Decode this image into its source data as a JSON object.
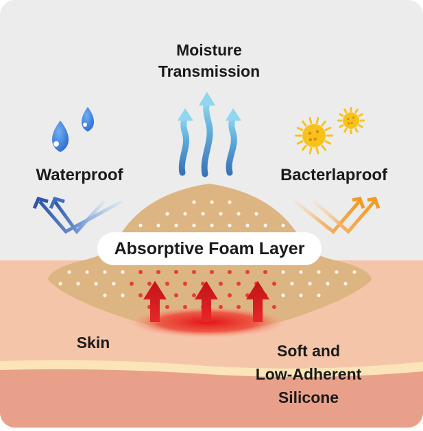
{
  "labels": {
    "moisture_line1": "Moisture",
    "moisture_line2": "Transmission",
    "waterproof": "Waterproof",
    "bacteriaproof": "Bacterlaproof",
    "foam_layer": "Absorptive Foam Layer",
    "skin": "Skin",
    "silicone_line1": "Soft and",
    "silicone_line2": "Low-Adherent",
    "silicone_line3": "Silicone"
  },
  "colors": {
    "background": "#ececec",
    "skin": "#f5c5aa",
    "skin_deep": "#e9a08a",
    "silicone_stripe": "#fbe5b8",
    "foam": "#dcb582",
    "heat_red": "#e21f26",
    "water_blue": "#3b7fd9",
    "moisture_blue": "#6cc2e6",
    "sun_yellow": "#f7c21b",
    "bacteria_arrow": "#f2a43a"
  },
  "icons": [
    "water-drop-icon",
    "sun-icon",
    "up-arrow-icon"
  ]
}
